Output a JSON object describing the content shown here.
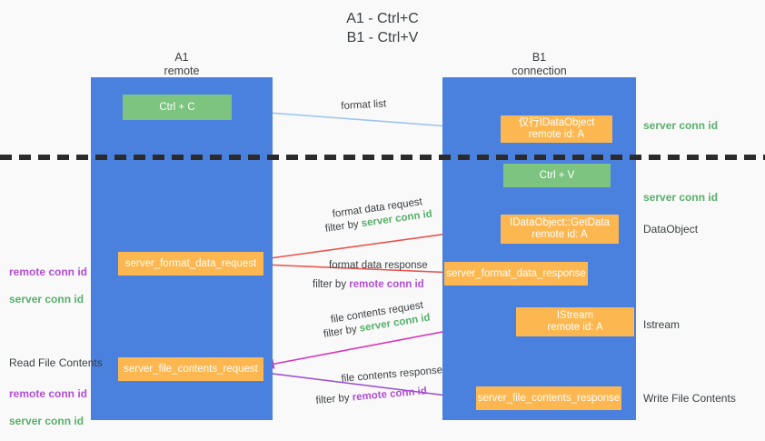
{
  "title": "A1 - Ctrl+C\nB1 - Ctrl+V",
  "columns": {
    "a": {
      "name": "A1",
      "role": "remote",
      "header": "A1\nremote"
    },
    "b": {
      "name": "B1",
      "role": "connection",
      "header": "B1\nconnection"
    }
  },
  "boxes": {
    "ctrl_c": "Ctrl + C",
    "ctrl_v": "Ctrl + V",
    "idataobject": "仅行IDataObject\nremote id: A",
    "idataobject_getdata": "IDataObject::GetData\nremote id: A",
    "istream": "IStream\nremote id: A",
    "server_format_data_request": "server_format_data_request",
    "server_format_data_response": "server_format_data_response",
    "server_file_contents_request": "server_file_contents_request",
    "server_file_contents_response": "server_file_contents_response"
  },
  "right_labels": {
    "server_conn_id_top": "server conn id",
    "server_conn_id_mid": "server conn id",
    "dataobject": "DataObject",
    "istream": "Istream",
    "write_file_contents": "Write File Contents"
  },
  "left_labels": {
    "format_conn_ids": "remote conn id\nserver conn id",
    "read_file_contents": "Read File Contents",
    "file_conn_ids": "remote conn id\nserver conn id"
  },
  "edges": {
    "format_list": {
      "label": "format list"
    },
    "format_data_request": {
      "label": "format data request",
      "filter_prefix": "filter by ",
      "filter_value": "server conn id",
      "filter_kind": "server"
    },
    "format_data_response": {
      "label": "format data response",
      "filter_prefix": "filter by ",
      "filter_value": "remote conn id",
      "filter_kind": "remote"
    },
    "file_contents_request": {
      "label": "file contents request",
      "filter_prefix": "filter by ",
      "filter_value": "server conn id",
      "filter_kind": "server"
    },
    "file_contents_response": {
      "label": "file contents response",
      "filter_prefix": "filter by ",
      "filter_value": "remote conn id",
      "filter_kind": "remote"
    }
  },
  "colors": {
    "column_blue": "#4a81de",
    "box_green": "#7cc47f",
    "box_orange": "#fdb750",
    "server_conn_green": "#57b06a",
    "remote_conn_purple": "#b34ed6",
    "arrow_lightblue": "#9cc6ef",
    "arrow_red": "#e8554e",
    "arrow_magenta": "#d636b8",
    "arrow_purple": "#9a49d0",
    "arrow_black": "#111111",
    "background": "#f9f9f9"
  }
}
